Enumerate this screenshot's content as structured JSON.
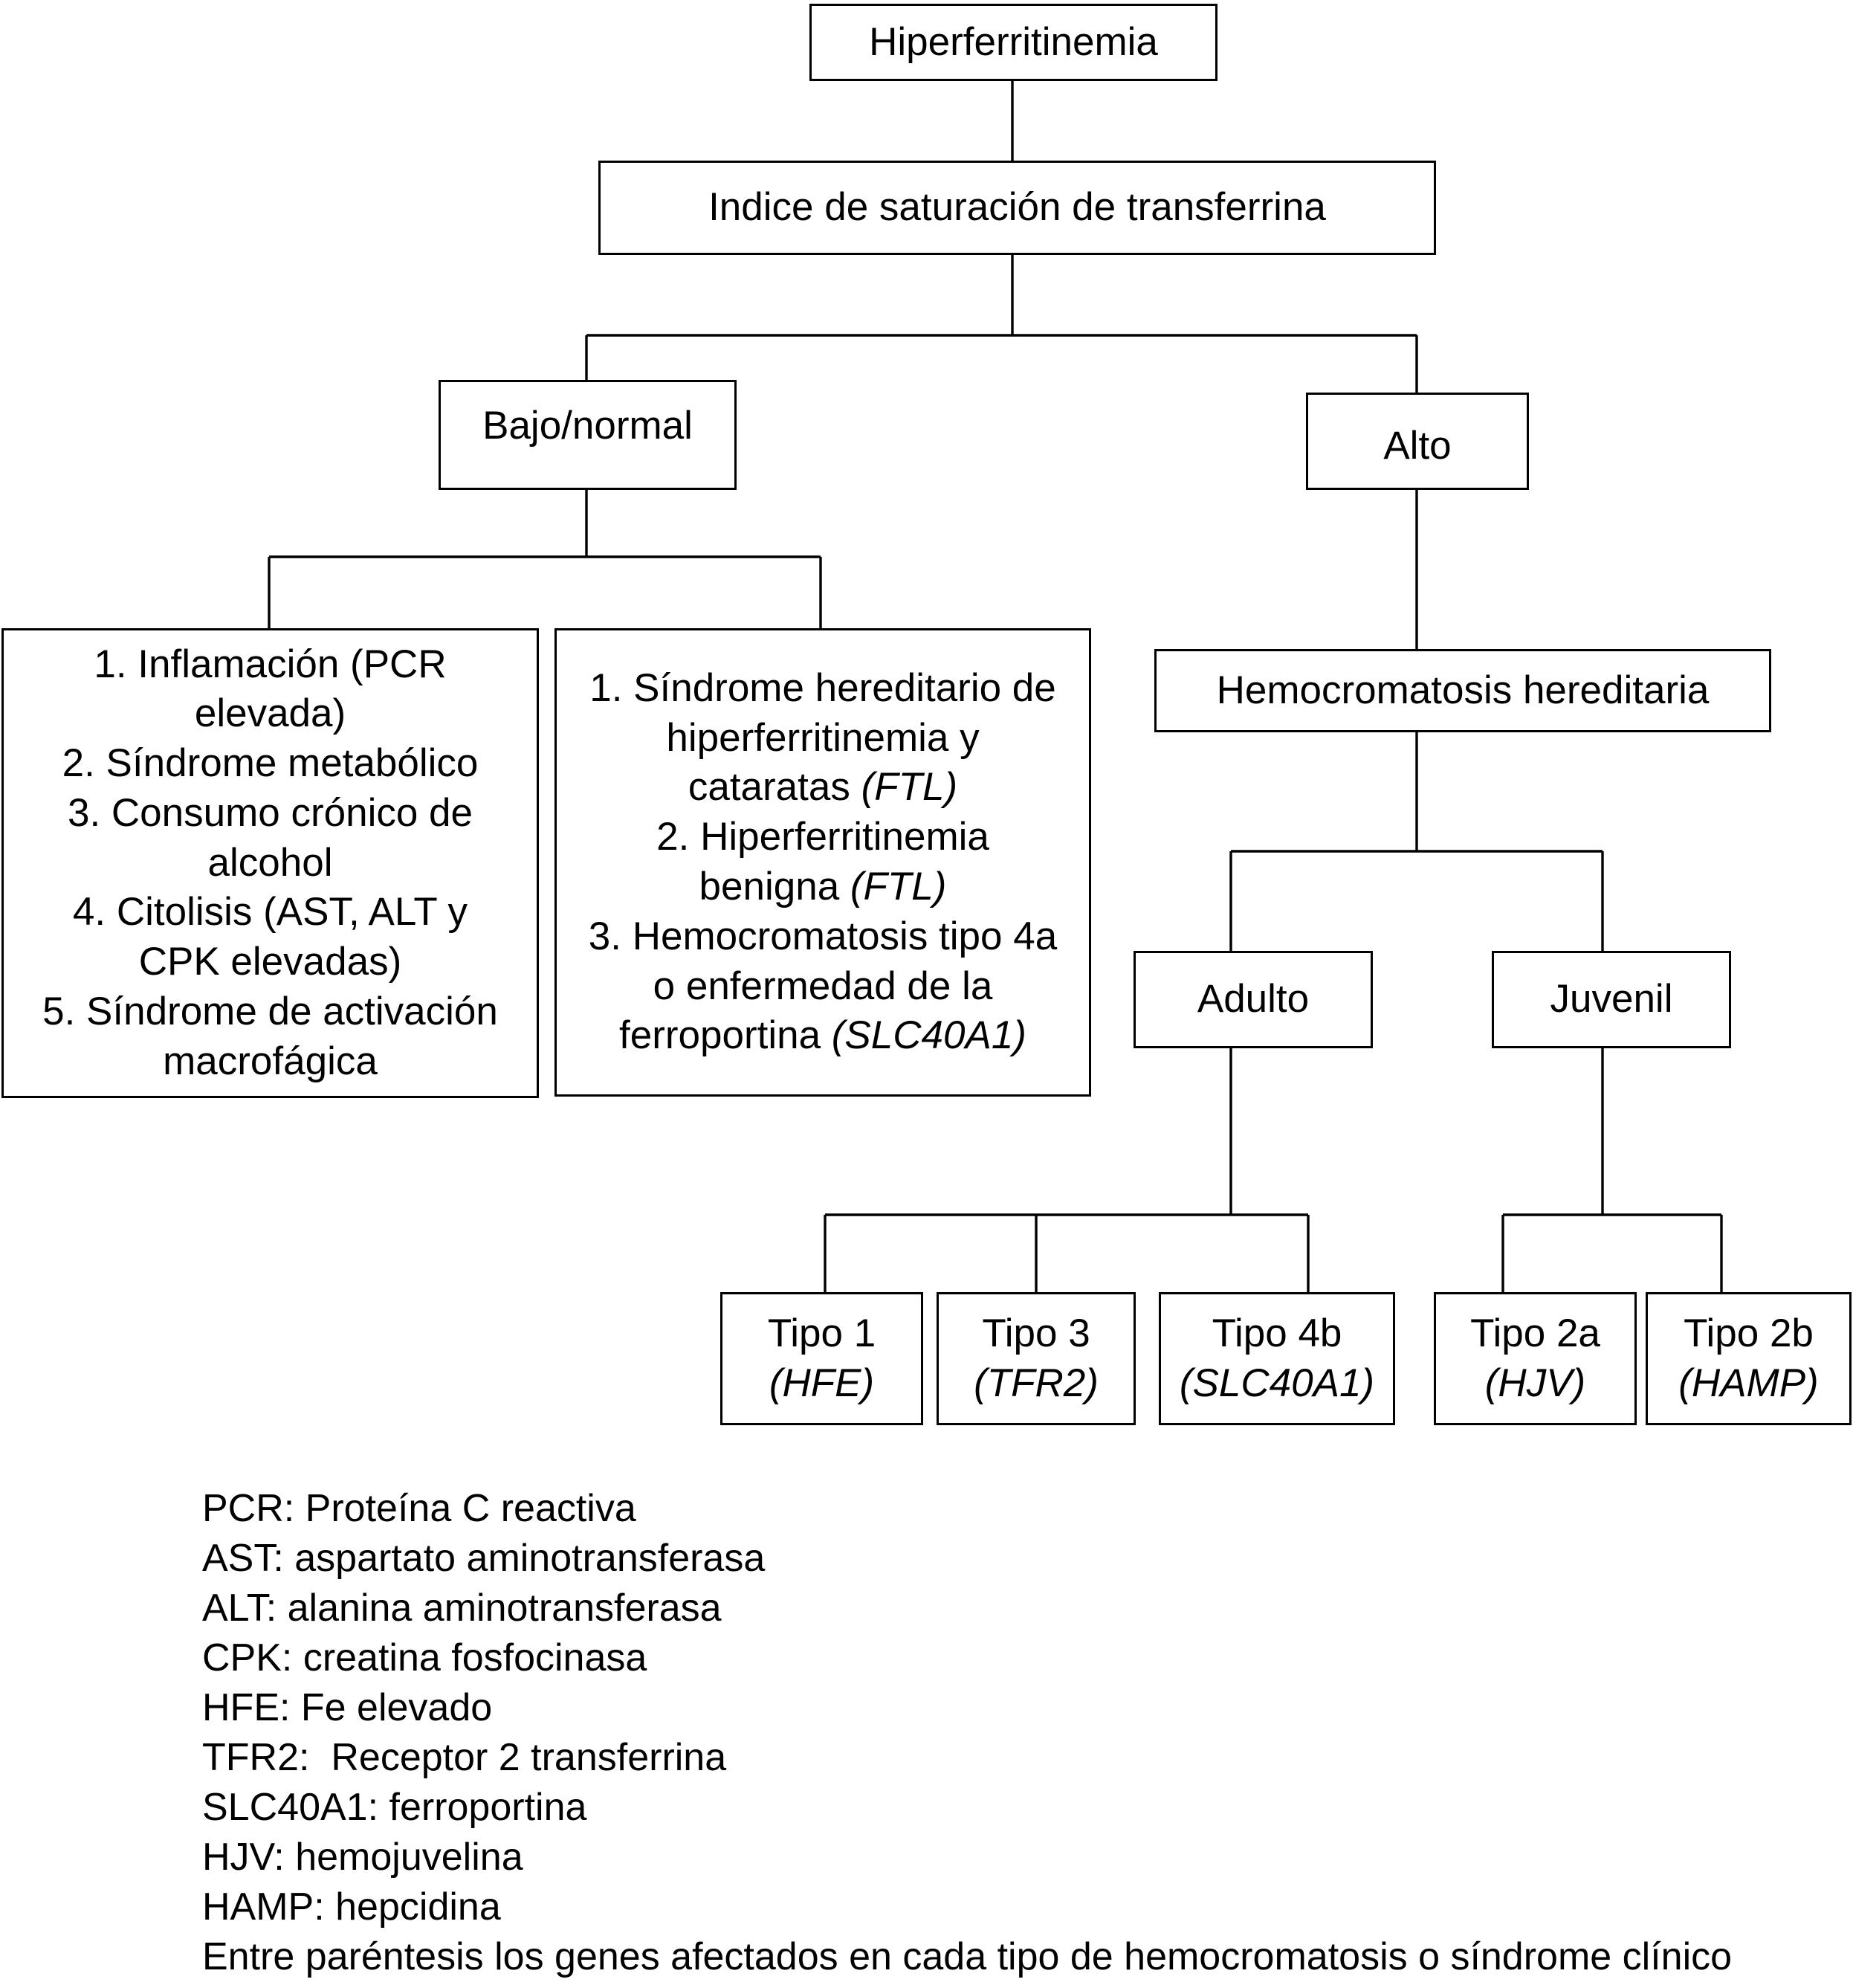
{
  "nodes": {
    "root": "Hiperferritinemia",
    "saturation": "Indice de saturación de transferrina",
    "low": "Bajo/normal",
    "high": "Alto",
    "hemo": "Hemocromatosis hereditaria",
    "adult": "Adulto",
    "juvenile": "Juvenil",
    "low_causes": [
      "1. Inflamación (PCR",
      "elevada)",
      "2. Síndrome metabólico",
      "3. Consumo crónico de",
      "alcohol",
      "4. Citolisis (AST, ALT y",
      "CPK elevadas)",
      "5. Síndrome de activación",
      "macrofágica"
    ],
    "genetic_causes": [
      {
        "text": "1. Síndrome hereditario de",
        "gene": ""
      },
      {
        "text": "hiperferritinemia y",
        "gene": ""
      },
      {
        "text": "cataratas ",
        "gene": "(FTL)"
      },
      {
        "text": "2. Hiperferritinemia",
        "gene": ""
      },
      {
        "text": "benigna ",
        "gene": "(FTL)"
      },
      {
        "text": "3. Hemocromatosis tipo 4a",
        "gene": ""
      },
      {
        "text": "o enfermedad de la",
        "gene": ""
      },
      {
        "text": "ferroportina ",
        "gene": "(SLC40A1)"
      }
    ],
    "types": [
      {
        "label": "Tipo 1",
        "gene": "(HFE)"
      },
      {
        "label": "Tipo 3",
        "gene": "(TFR2)"
      },
      {
        "label": "Tipo 4b",
        "gene": "(SLC40A1)"
      },
      {
        "label": "Tipo 2a",
        "gene": "(HJV)"
      },
      {
        "label": "Tipo 2b",
        "gene": "(HAMP)"
      }
    ]
  },
  "legend": [
    "PCR: Proteína C reactiva",
    "AST: aspartato aminotransferasa",
    "ALT: alanina aminotransferasa",
    "CPK: creatina fosfocinasa",
    "HFE: Fe elevado",
    "TFR2:  Receptor 2 transferrina",
    "SLC40A1: ferroportina",
    "HJV: hemojuvelina",
    "HAMP: hepcidina",
    "Entre paréntesis los genes afectados en cada tipo de hemocromatosis o síndrome clínico"
  ]
}
